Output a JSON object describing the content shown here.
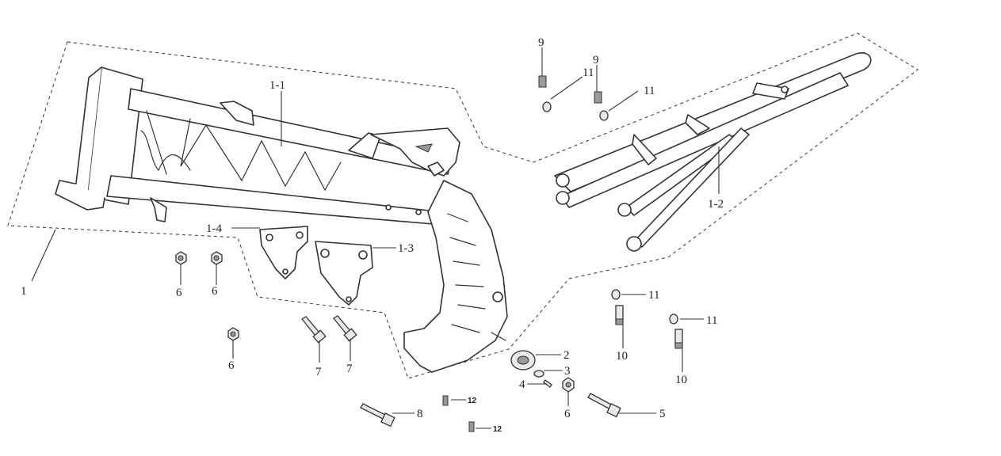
{
  "callouts": {
    "c1": "1",
    "c1_1": "1-1",
    "c1_2": "1-2",
    "c1_3": "1-3",
    "c1_4": "1-4",
    "c2": "2",
    "c3": "3",
    "c4": "4",
    "c5": "5",
    "c6": "6",
    "c7": "7",
    "c8": "8",
    "c9": "9",
    "c10": "10",
    "c11": "11",
    "c12": "12"
  }
}
